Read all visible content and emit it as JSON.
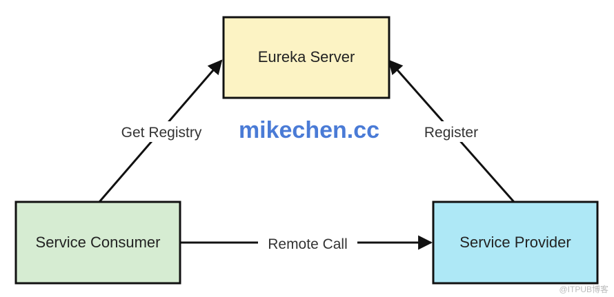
{
  "nodes": {
    "eureka_server": {
      "label": "Eureka Server",
      "fill": "#fcf3c4",
      "stroke": "#111111"
    },
    "service_consumer": {
      "label": "Service Consumer",
      "fill": "#d6ecd2",
      "stroke": "#111111"
    },
    "service_provider": {
      "label": "Service Provider",
      "fill": "#aee8f6",
      "stroke": "#111111"
    }
  },
  "edges": {
    "get_registry": {
      "label": "Get Registry",
      "from": "Service Consumer",
      "to": "Eureka Server"
    },
    "register": {
      "label": "Register",
      "from": "Service Provider",
      "to": "Eureka Server"
    },
    "remote_call": {
      "label": "Remote Call",
      "from": "Service Consumer",
      "to": "Service Provider"
    }
  },
  "watermark": {
    "text": "mikechen.cc",
    "color": "#4a7bd6"
  },
  "credit": {
    "text": "@ITPUB博客"
  }
}
